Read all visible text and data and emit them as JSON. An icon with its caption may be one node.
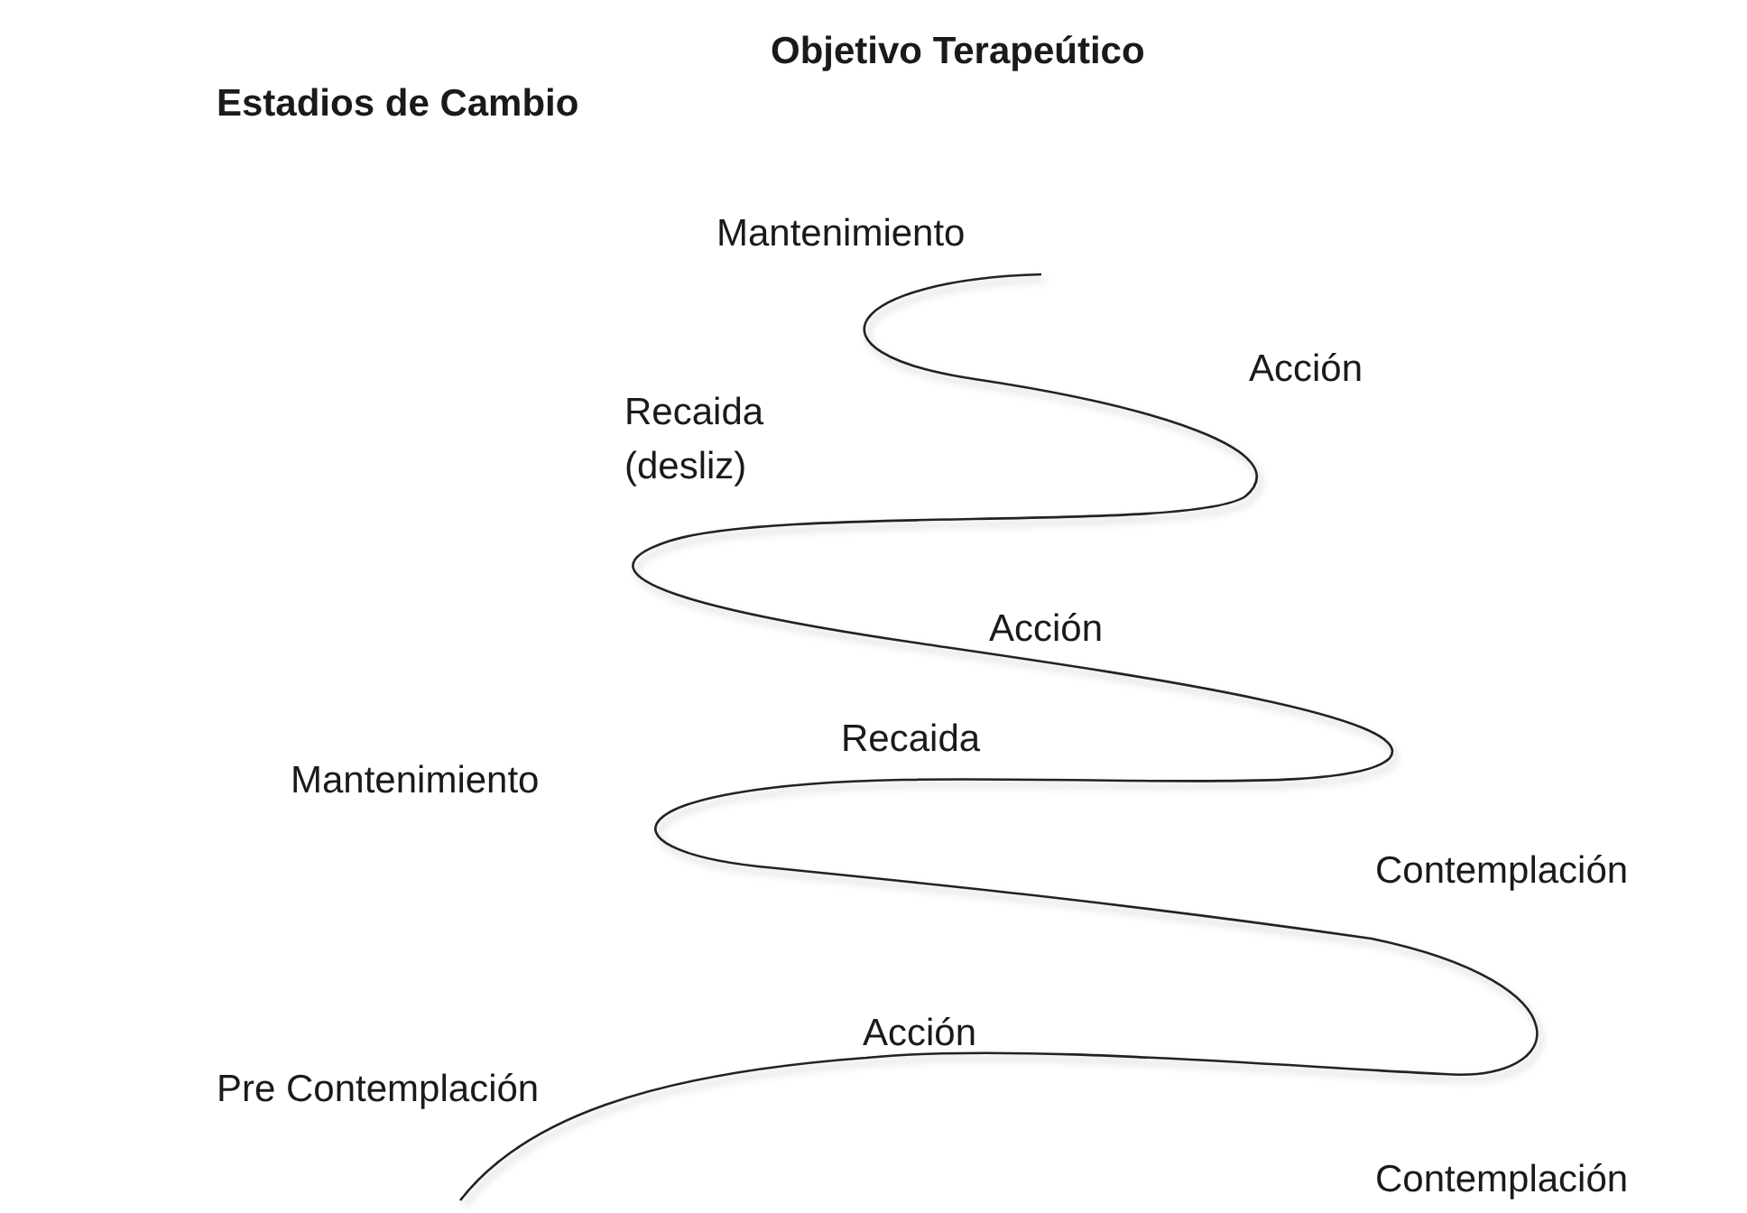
{
  "diagram": {
    "labels": [
      "Objetivo Terapeútico",
      "Estadios de Cambio",
      "Mantenimiento",
      "Acción",
      "Recaida (desliz)",
      "Acción",
      "Recaida",
      "Mantenimiento",
      "Contemplación",
      "Acción",
      "Pre Contemplación",
      "Contemplación"
    ]
  }
}
